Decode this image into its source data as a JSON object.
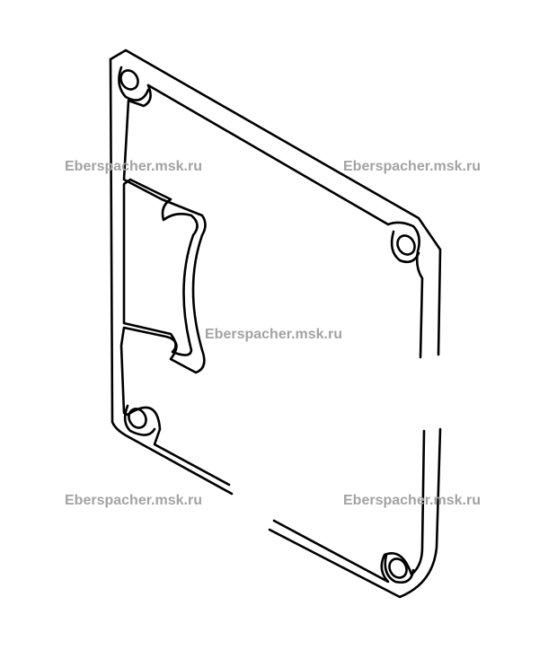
{
  "figure": {
    "subject": "gasket",
    "line_color": "#000000",
    "watermark_color": "#a3a3a3"
  },
  "watermarks": [
    "Eberspacher.msk.ru",
    "Eberspacher.msk.ru",
    "Eberspacher.msk.ru",
    "Eberspacher.msk.ru",
    "Eberspacher.msk.ru"
  ]
}
